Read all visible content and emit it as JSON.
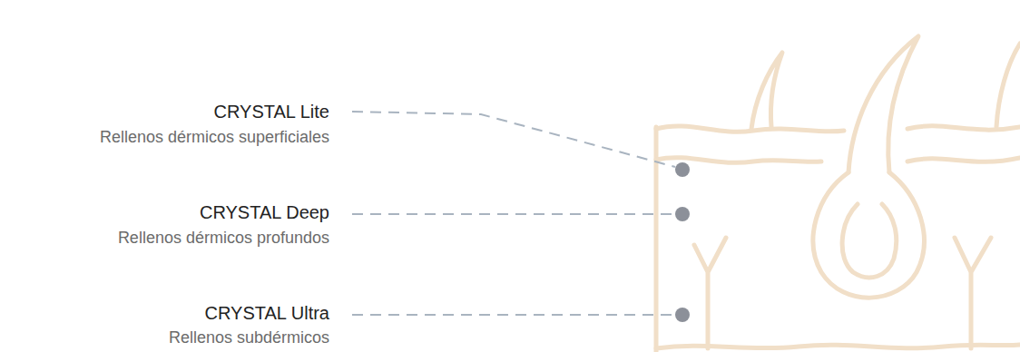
{
  "diagram": {
    "labels": [
      "CRYSTAL Lite",
      "Rellenos dérmicos superficiales",
      "CRYSTAL Deep",
      "Rellenos dérmicos profundos",
      "CRYSTAL Ultra",
      "Rellenos subdérmicos"
    ]
  }
}
